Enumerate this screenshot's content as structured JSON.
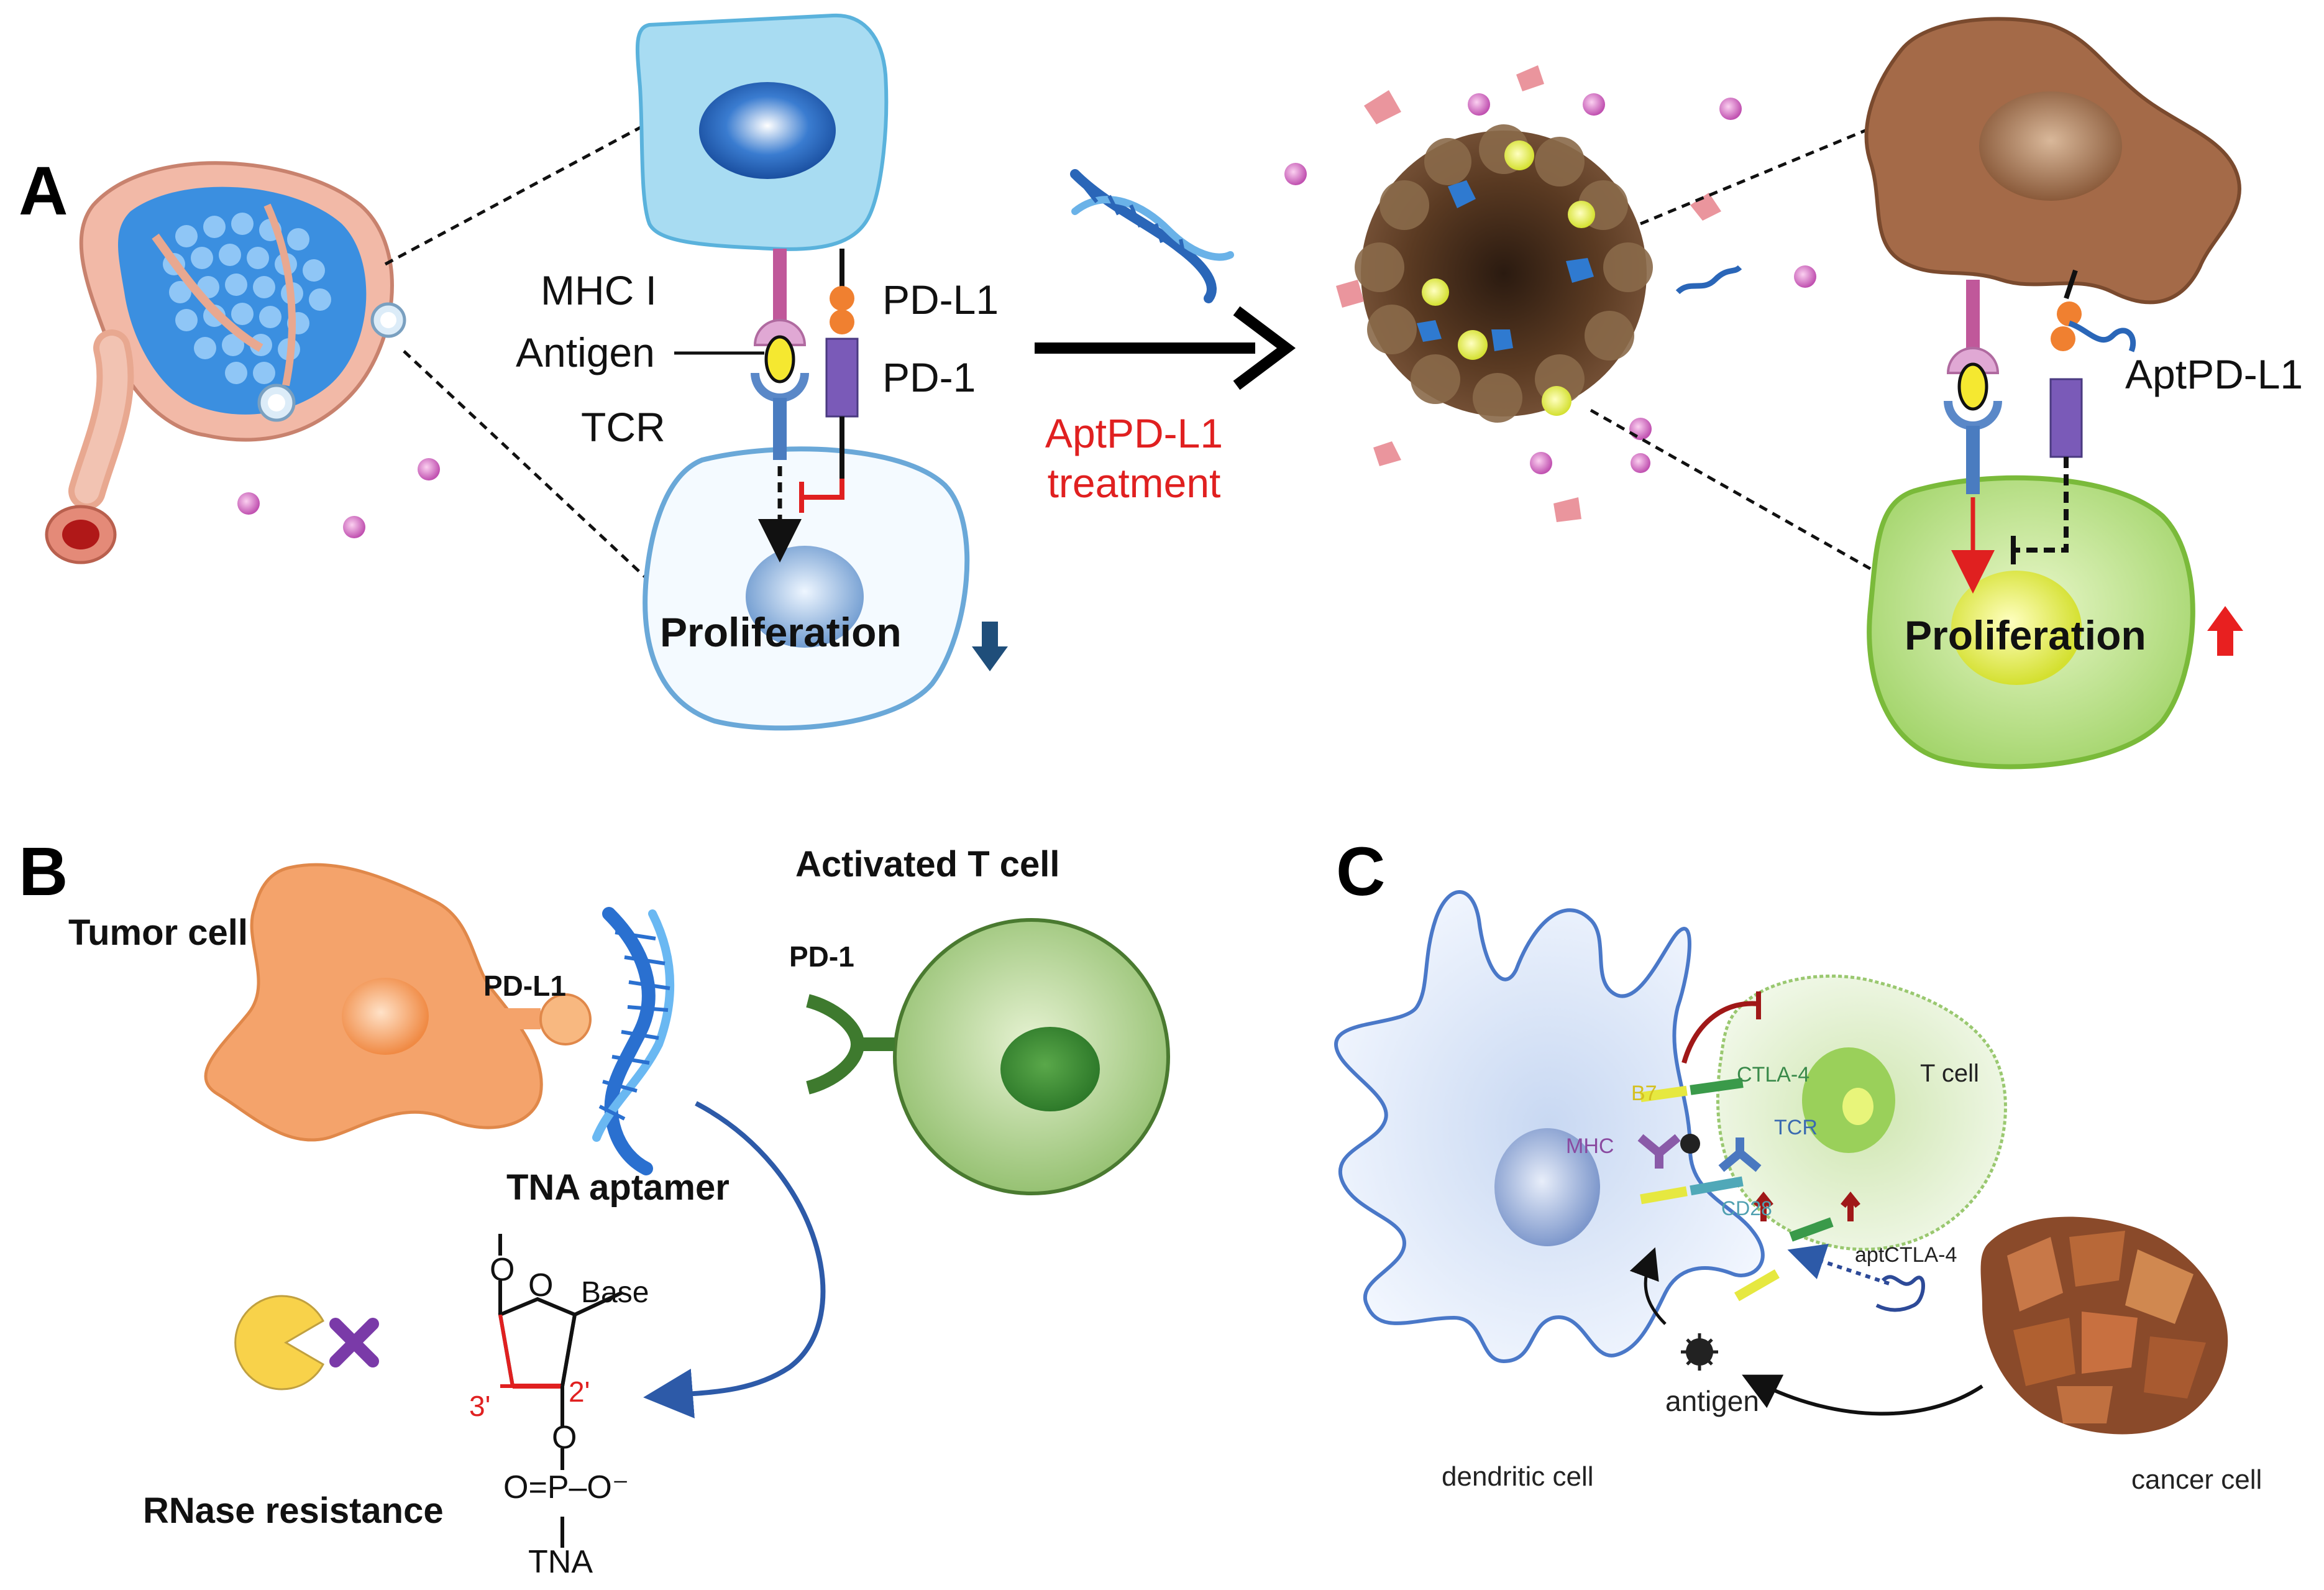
{
  "panels": {
    "a": "A",
    "b": "B",
    "c": "C"
  },
  "panel_a": {
    "mhc": "MHC I",
    "antigen": "Antigen",
    "tcr": "TCR",
    "pdl1": "PD-L1",
    "pd1": "PD-1",
    "treatment_line1": "AptPD-L1",
    "treatment_line2": "treatment",
    "prolif_left": "Proliferation",
    "prolif_right": "Proliferation",
    "apt_label": "AptPD-L1"
  },
  "panel_b": {
    "tumor": "Tumor cell",
    "pdl1": "PD-L1",
    "tcell": "Activated T cell",
    "pd1": "PD-1",
    "tna_aptamer": "TNA aptamer",
    "base": "Base",
    "pos3": "3'",
    "pos2": "2'",
    "o1": "O",
    "o2": "O",
    "o3": "O",
    "phos": "O=P–O⁻",
    "tna": "TNA",
    "rnase": "RNase resistance"
  },
  "panel_c": {
    "b7": "B7",
    "ctla4": "CTLA-4",
    "tcell": "T cell",
    "mhc": "MHC",
    "tcr": "TCR",
    "cd28": "CD28",
    "apt": "aptCTLA-4",
    "antigen": "antigen",
    "dendritic": "dendritic cell",
    "cancer": "cancer cell"
  },
  "colors": {
    "blue_cell": "#a8dcf2",
    "tcell_outline": "#6aa8d8",
    "green_cell": "#b9de8a",
    "tumor_orange": "#f4a36b",
    "red_text": "#e02020"
  }
}
